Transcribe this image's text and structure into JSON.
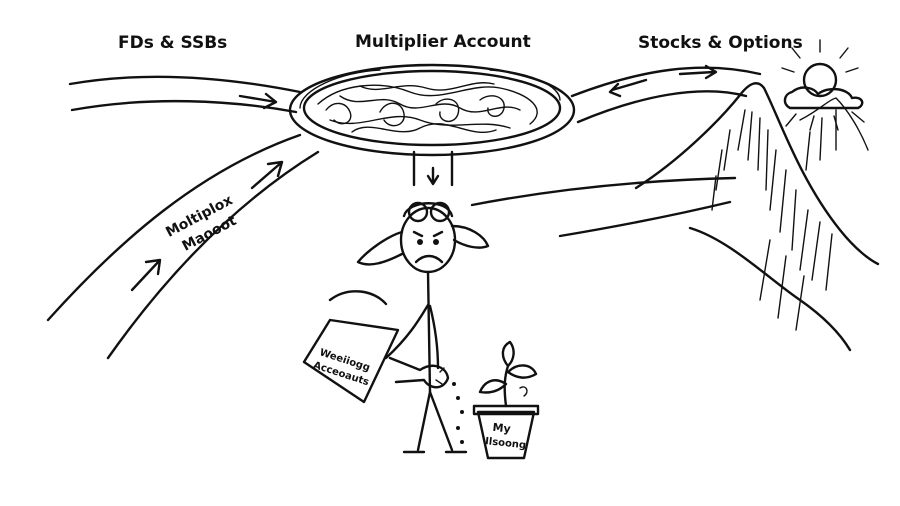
{
  "labels": {
    "fds_ssbs": "FDs & SSBs",
    "multiplier_account": "Multiplier Account",
    "stocks_options": "Stocks & Options"
  },
  "doodle_text": {
    "path_line1": "Moltiplox",
    "path_line2": "Maooot",
    "can_line1": "Weeiiogg",
    "can_line2": "Acceoauts",
    "pot_line1": "My",
    "pot_line2": "Ilsoong"
  },
  "colors": {
    "ink": "#111111",
    "background": "#ffffff"
  }
}
